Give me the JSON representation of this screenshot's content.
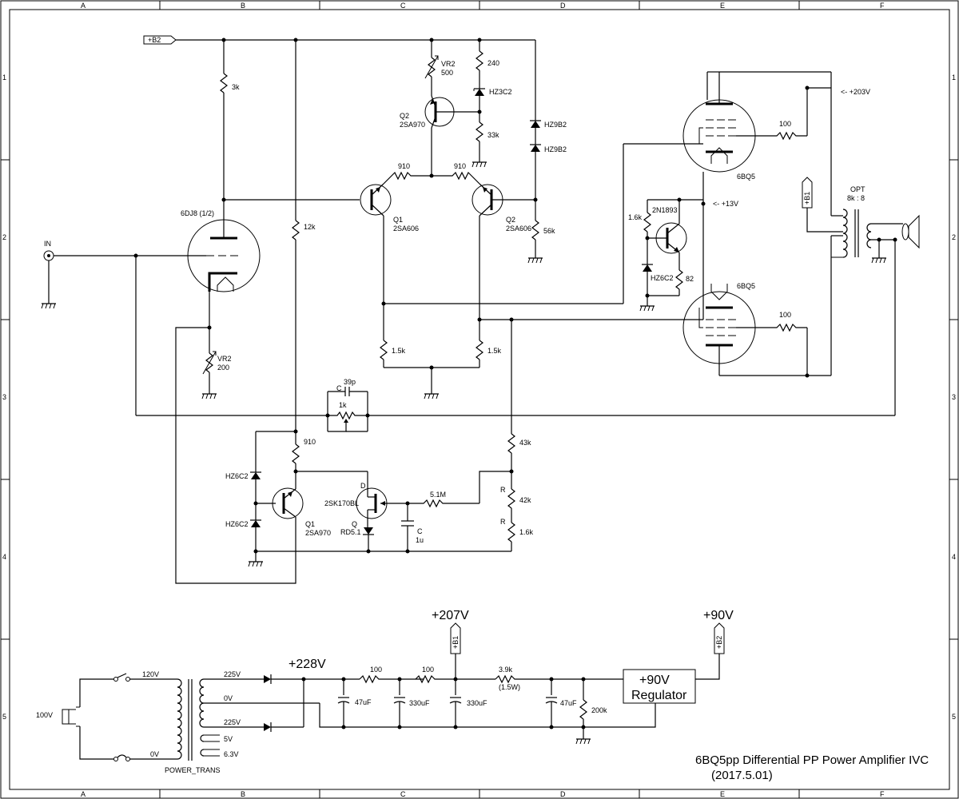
{
  "border": {
    "columns": [
      "A",
      "B",
      "C",
      "D",
      "E",
      "F"
    ],
    "rows": [
      "1",
      "2",
      "3",
      "4",
      "5"
    ]
  },
  "title": {
    "line1": "6BQ5pp Differential PP Power Amplifier IVC",
    "line2": "(2017.5.01)"
  },
  "rails": {
    "b2_tag": "+B2",
    "b1_tag": "+B1",
    "v228": "+228V",
    "v207": "+207V",
    "v90": "+90V",
    "v203": "<- +203V",
    "v13": "<- +13V"
  },
  "components": {
    "input": "IN",
    "tube_6dj8": "6DJ8 (1/2)",
    "r_3k": "3k",
    "r_12k": "12k",
    "vr2_200": "VR2",
    "vr2_200_val": "200",
    "vr2_500": "VR2",
    "vr2_500_val": "500",
    "r_240": "240",
    "z_hz3c2": "HZ3C2",
    "r_33k": "33k",
    "q2_top": "Q2",
    "q2_top_type": "2SA970",
    "z_hz9b2_a": "HZ9B2",
    "z_hz9b2_b": "HZ9B2",
    "r_910_a": "910",
    "r_910_b": "910",
    "q1_diff": "Q1",
    "q1_diff_type": "2SA606",
    "q2_diff": "Q2",
    "q2_diff_type": "2SA606",
    "r_56k": "56k",
    "r_15k_a": "1.5k",
    "r_15k_b": "1.5k",
    "c_39p_name": "C",
    "c_39p": "39p",
    "vr_1k": "1k",
    "r_910_c": "910",
    "z_hz6c2_a": "HZ6C2",
    "z_hz6c2_b": "HZ6C2",
    "q1_lower": "Q1",
    "q1_lower_type": "2SA970",
    "fet_d": "D",
    "fet_type": "2SK170BL",
    "fet_q": "Q",
    "z_rd51": "RD5.1",
    "r_51m": "5.1M",
    "c_1u_name": "C",
    "c_1u": "1u",
    "r_43k": "43k",
    "r_42k_name": "R",
    "r_42k": "42k",
    "r_16k_name": "R",
    "r_16k": "1.6k",
    "q_2n1893": "2N1893",
    "r_16k_bias": "1.6k",
    "z_hz6c2_c": "HZ6C2",
    "r_82": "82",
    "tube_6bq5_a": "6BQ5",
    "tube_6bq5_b": "6BQ5",
    "r_100_g2a": "100",
    "r_100_g2b": "100",
    "opt": "OPT",
    "opt_ratio": "8k : 8",
    "ac_in": "100V",
    "trans_120": "120V",
    "trans_0": "0V",
    "trans_225a": "225V",
    "trans_0v": "0V",
    "trans_225b": "225V",
    "trans_5v": "5V",
    "trans_63v": "6.3V",
    "trans_name": "POWER_TRANS",
    "ps_r100_a": "100",
    "ps_r100_b": "100",
    "ps_c47_a": "47uF",
    "ps_c330_a": "330uF",
    "ps_c330_b": "330uF",
    "ps_r39k": "3.9k",
    "ps_r39k_w": "(1.5W)",
    "ps_c47_b": "47uF",
    "ps_r200k": "200k",
    "reg_line1": "+90V",
    "reg_line2": "Regulator"
  }
}
